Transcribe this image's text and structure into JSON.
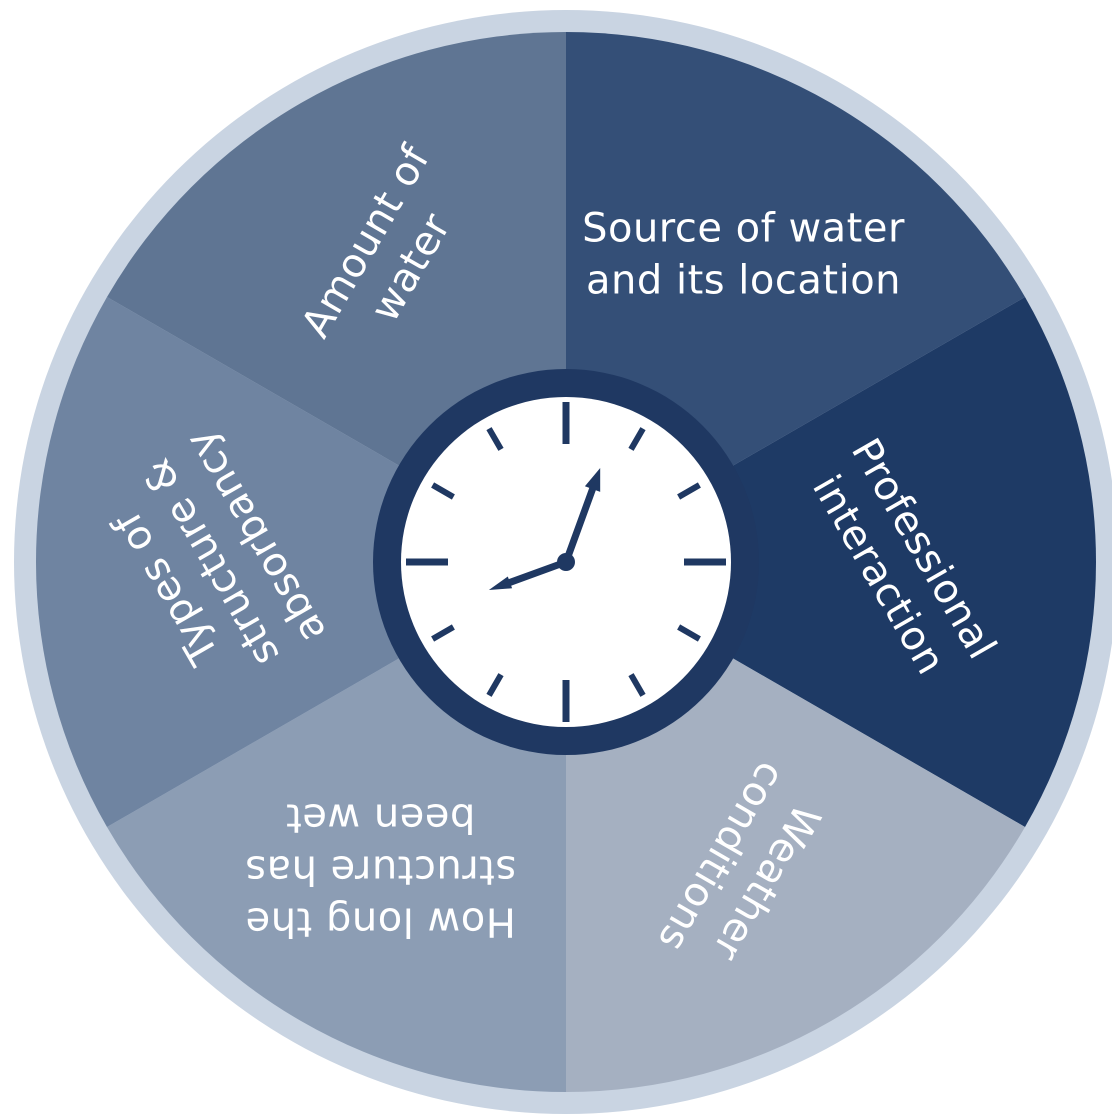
{
  "colors": {
    "ring": "#c9d4e2",
    "clock_ring": "#1f3862",
    "clock_face": "#ffffff",
    "clock_marks": "#1f3862",
    "text": "#ffffff"
  },
  "segments": [
    {
      "id": "source-of-water",
      "lines": [
        "Source of water",
        "and its location"
      ],
      "color": "#344f77"
    },
    {
      "id": "professional-interaction",
      "lines": [
        "Professional",
        "interaction"
      ],
      "color": "#1e3a65"
    },
    {
      "id": "weather-conditions",
      "lines": [
        "Weather",
        "conditions"
      ],
      "color": "#a5b0c1"
    },
    {
      "id": "how-long-wet",
      "lines": [
        "How long the",
        "structure has",
        "been wet"
      ],
      "color": "#8c9db4"
    },
    {
      "id": "types-of-structure",
      "lines": [
        "Types of",
        "structure &",
        "absorbancy"
      ],
      "color": "#6f84a1"
    },
    {
      "id": "amount-of-water",
      "lines": [
        "Amount of",
        "water"
      ],
      "color": "#5f7593"
    }
  ],
  "clock": {
    "hour_hand_angle_deg": 250,
    "minute_hand_angle_deg": 20
  }
}
